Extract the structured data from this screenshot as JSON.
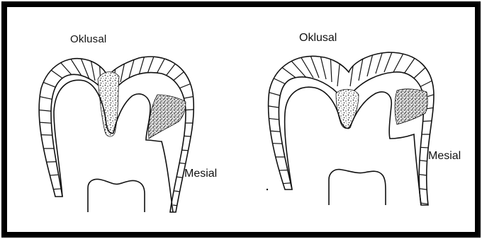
{
  "labels": {
    "left_occlusal": "Oklusal",
    "left_mesial": "Mesial",
    "right_occlusal": "Oklusal",
    "right_mesial": "Mesial"
  },
  "colors": {
    "frame": "#000000",
    "line": "#111111",
    "background": "#ffffff"
  }
}
